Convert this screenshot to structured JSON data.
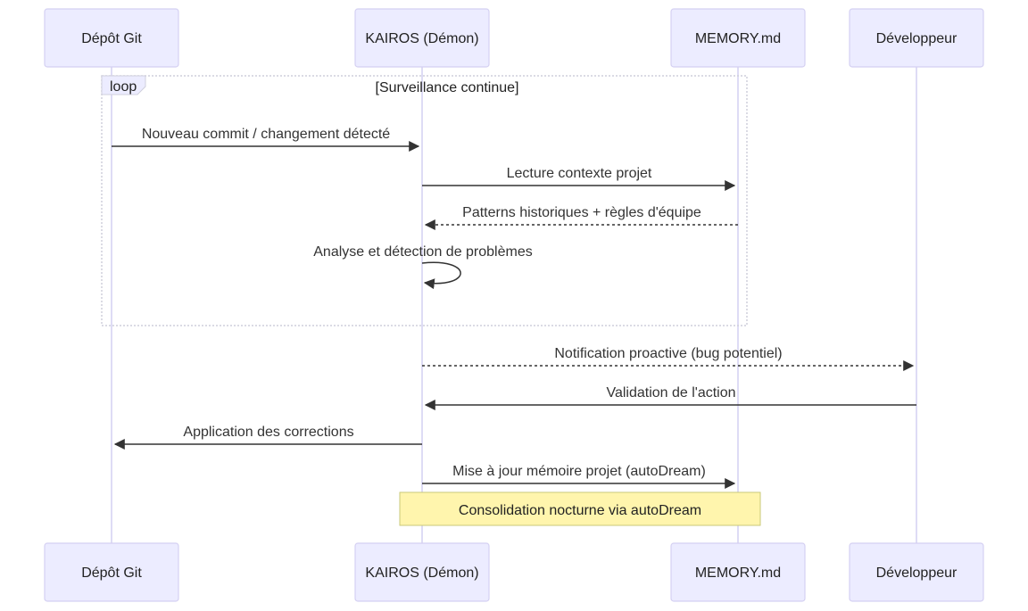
{
  "participants": [
    {
      "id": "git",
      "label": "Dépôt Git"
    },
    {
      "id": "kairos",
      "label": "KAIROS (Démon)"
    },
    {
      "id": "memory",
      "label": "MEMORY.md"
    },
    {
      "id": "dev",
      "label": "Développeur"
    }
  ],
  "loop": {
    "keyword": "loop",
    "condition": "[Surveillance continue]"
  },
  "messages": [
    {
      "from": "git",
      "to": "kairos",
      "label": "Nouveau commit / changement détecté",
      "style": "solid"
    },
    {
      "from": "kairos",
      "to": "memory",
      "label": "Lecture contexte projet",
      "style": "solid"
    },
    {
      "from": "memory",
      "to": "kairos",
      "label": "Patterns historiques + règles d'équipe",
      "style": "dotted"
    },
    {
      "from": "kairos",
      "to": "kairos",
      "label": "Analyse et détection de problèmes",
      "style": "solid"
    },
    {
      "from": "kairos",
      "to": "dev",
      "label": "Notification proactive (bug potentiel)",
      "style": "dotted"
    },
    {
      "from": "dev",
      "to": "kairos",
      "label": "Validation de l'action",
      "style": "solid"
    },
    {
      "from": "kairos",
      "to": "git",
      "label": "Application des corrections",
      "style": "solid"
    },
    {
      "from": "kairos",
      "to": "memory",
      "label": "Mise à jour mémoire projet (autoDream)",
      "style": "solid"
    }
  ],
  "note": {
    "text": "Consolidation nocturne via autoDream"
  },
  "colors": {
    "actor_fill": "#ececff",
    "actor_border": "#d4d0f2",
    "lifeline": "#d4d0f2",
    "message": "#333333",
    "note_fill": "#fff5ad",
    "note_border": "#c9c97a"
  }
}
